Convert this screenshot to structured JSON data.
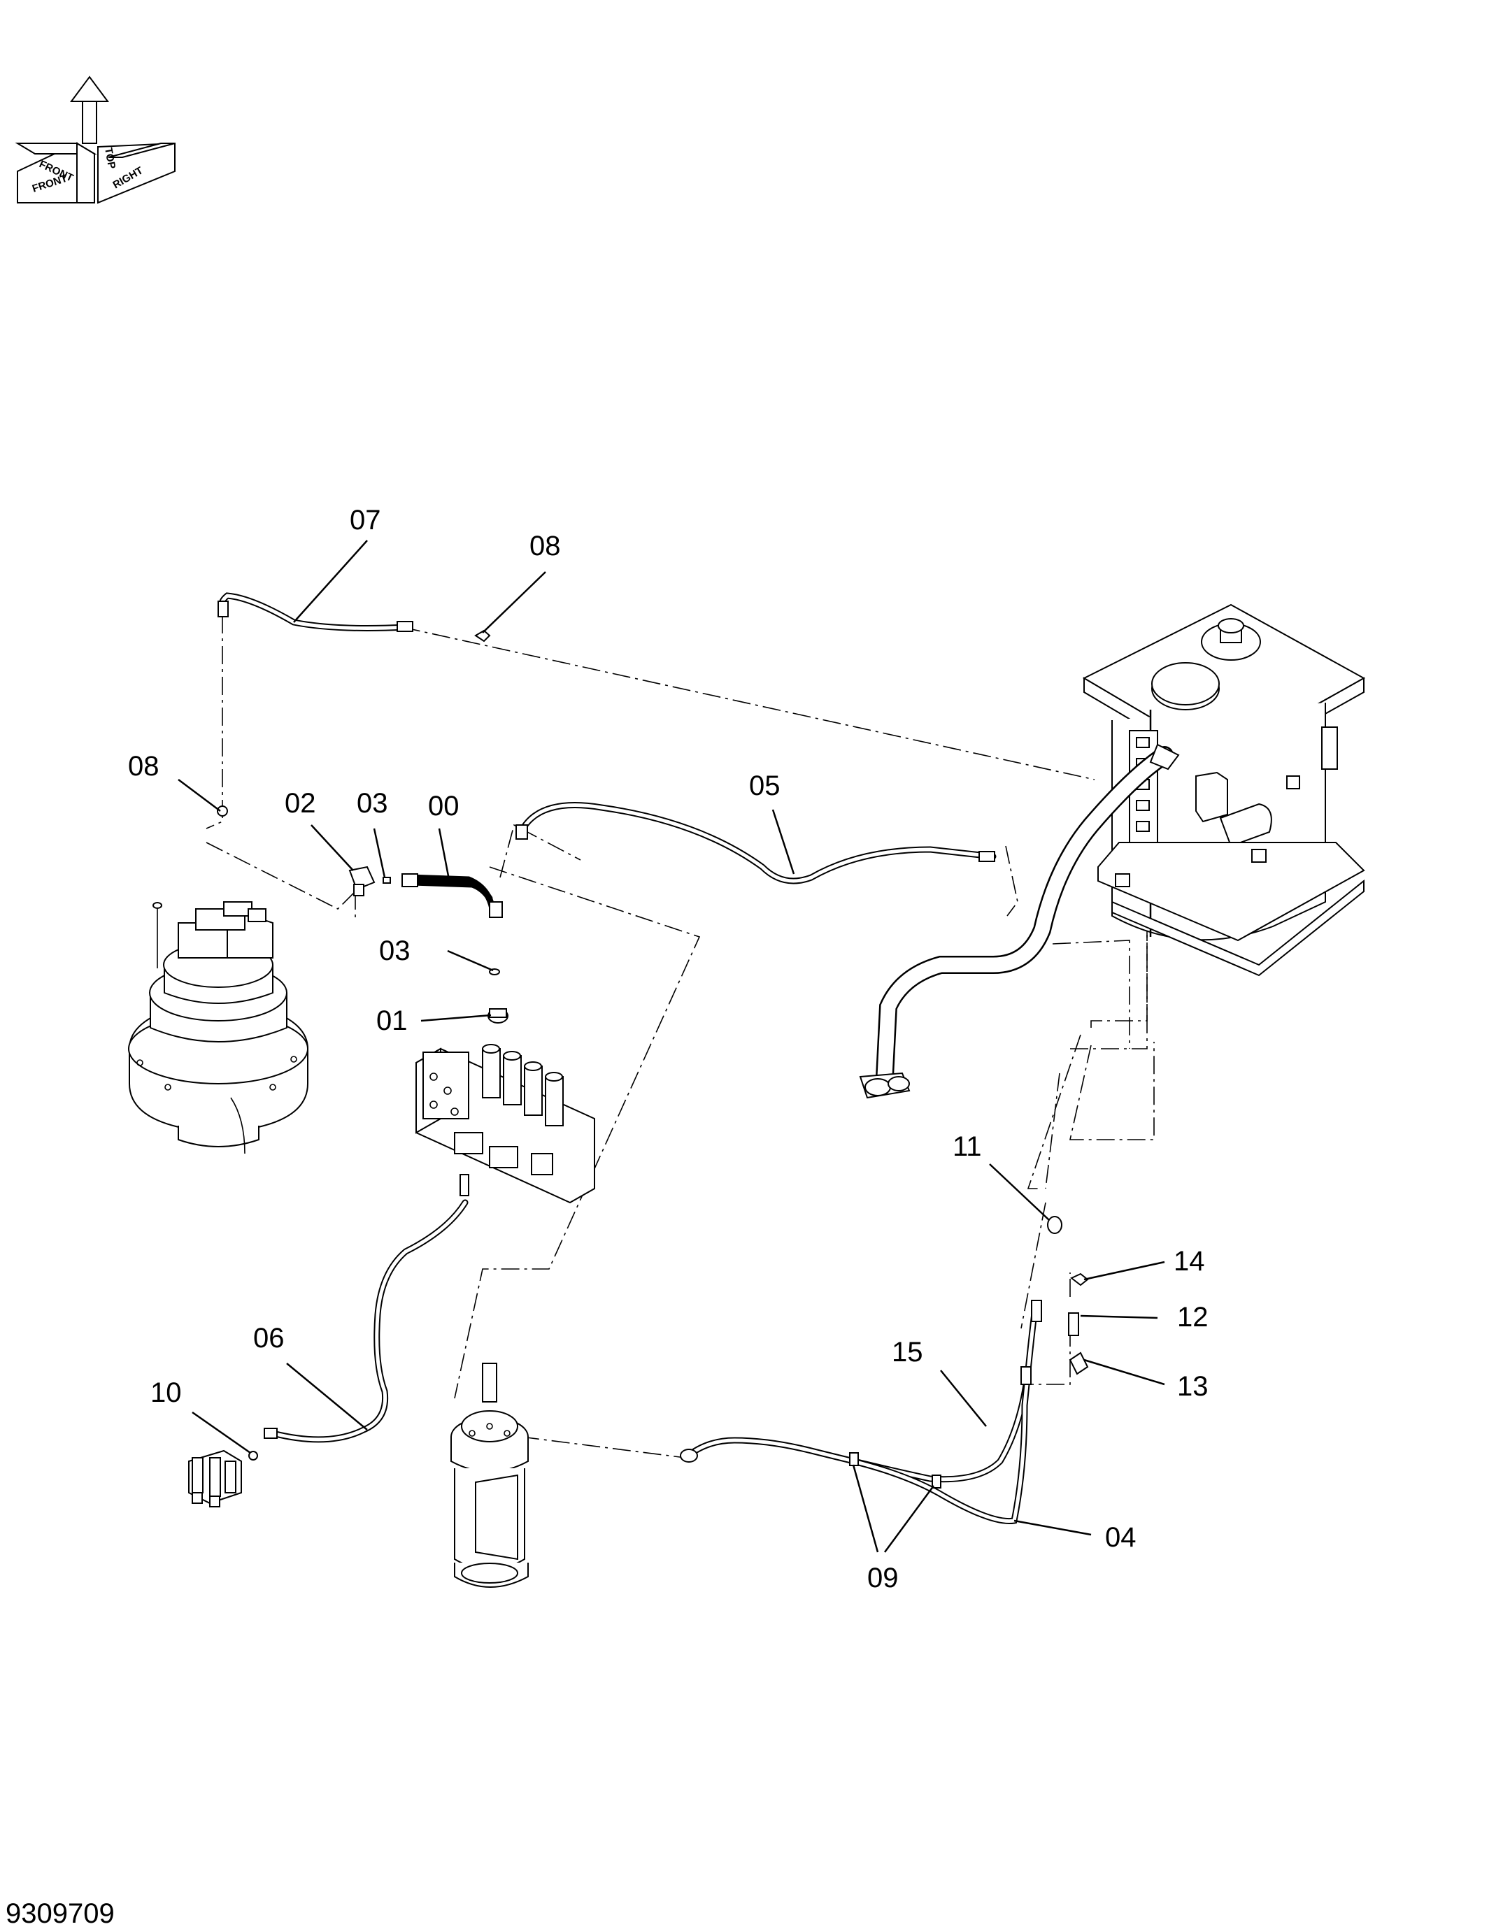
{
  "diagram_id": "9309709",
  "orientation_labels": {
    "front_top": "FRONT",
    "top": "TOP",
    "front": "FRONT",
    "right": "RIGHT"
  },
  "callouts": {
    "c00": "00",
    "c01": "01",
    "c02": "02",
    "c03a": "03",
    "c03b": "03",
    "c04": "04",
    "c05": "05",
    "c06": "06",
    "c07": "07",
    "c08a": "08",
    "c08b": "08",
    "c09": "09",
    "c10": "10",
    "c11": "11",
    "c12": "12",
    "c13": "13",
    "c14": "14",
    "c15": "15"
  }
}
